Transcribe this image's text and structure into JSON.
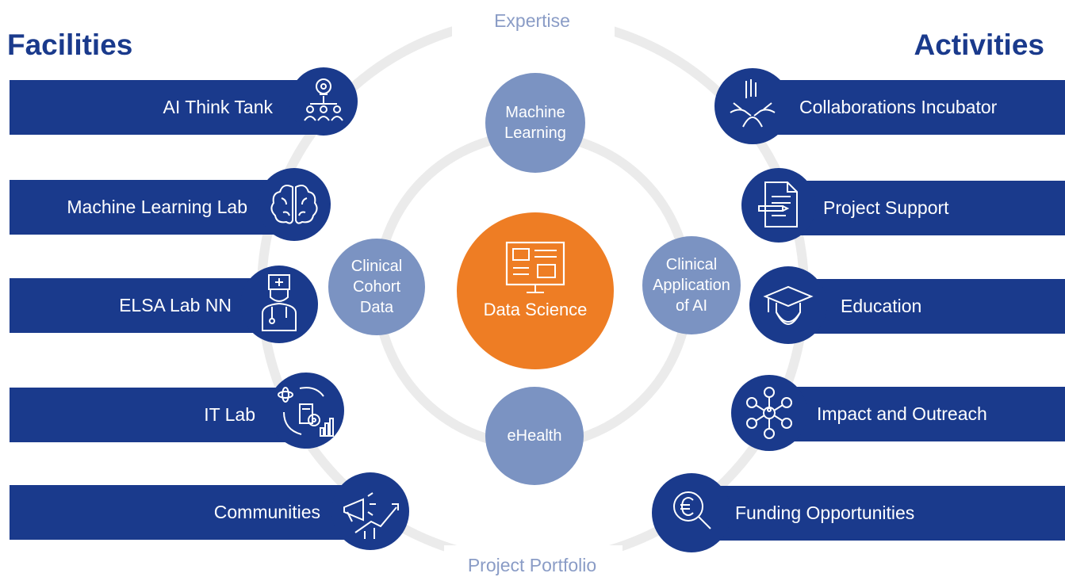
{
  "headings": {
    "left": "Facilities",
    "right": "Activities"
  },
  "ring_labels": {
    "top": "Expertise",
    "bottom": "Project Portfolio"
  },
  "center": {
    "label": "Data Science",
    "icon": "monitor-dashboard-icon"
  },
  "nodes": {
    "top": "Machine\nLearning",
    "left": "Clinical\nCohort\nData",
    "right": "Clinical\nApplication\nof AI",
    "bottom": "eHealth"
  },
  "facilities": [
    {
      "label": "AI Think Tank",
      "icon": "lightbulb-team-icon"
    },
    {
      "label": "Machine Learning Lab",
      "icon": "brain-icon"
    },
    {
      "label": "ELSA Lab NN",
      "icon": "doctor-icon"
    },
    {
      "label": "IT Lab",
      "icon": "it-gear-chart-icon"
    },
    {
      "label": "Communities",
      "icon": "megaphone-growth-icon"
    }
  ],
  "activities": [
    {
      "label": "Collaborations Incubator",
      "icon": "hands-together-icon"
    },
    {
      "label": "Project Support",
      "icon": "document-pen-icon"
    },
    {
      "label": "Education",
      "icon": "graduate-cap-icon"
    },
    {
      "label": "Impact and Outreach",
      "icon": "network-hub-icon"
    },
    {
      "label": "Funding Opportunities",
      "icon": "euro-search-icon"
    }
  ],
  "colors": {
    "navy": "#1a3a8c",
    "node": "#7b93c2",
    "center": "#ee7d24",
    "ring": "#ebebeb",
    "ring_label": "#8a9cc6"
  }
}
